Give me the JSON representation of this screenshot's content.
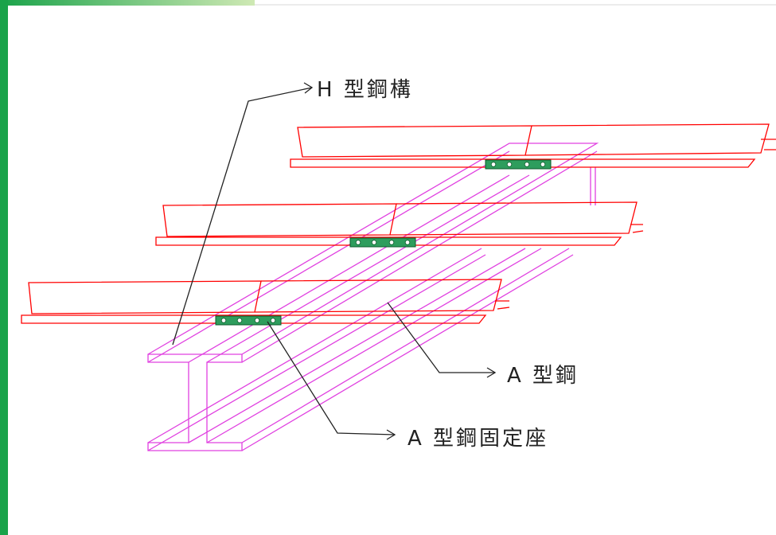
{
  "colors": {
    "beam_stroke": "#ff0000",
    "hbeam_stroke": "#e040e0",
    "plate_fill": "#2e9d5d",
    "plate_stroke": "#0a5a2a",
    "leader": "#222222",
    "top_bar_start": "#1aa34a",
    "top_bar_end": "#cfe9b4",
    "side_bar": "#1aa34a"
  },
  "labels": {
    "h_beam": "H 型鋼構",
    "a_beam": "A 型鋼",
    "a_beam_seat": "A 型鋼固定座"
  }
}
